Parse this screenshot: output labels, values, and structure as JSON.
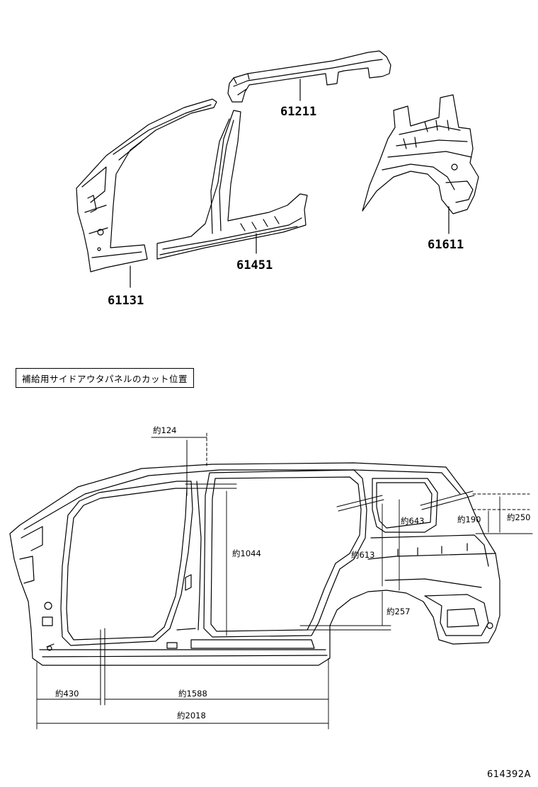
{
  "parts": {
    "p61211": "61211",
    "p61131": "61131",
    "p61451": "61451",
    "p61611": "61611"
  },
  "caption": "補給用サイドアウタパネルのカット位置",
  "dimensions": {
    "d124": "約124",
    "d1044": "約1044",
    "d643": "約643",
    "d190": "約190",
    "d250": "約250",
    "d613": "約613",
    "d257": "約257",
    "d430": "約430",
    "d1588": "約1588",
    "d2018": "約2018"
  },
  "drawing_number": "614392A"
}
